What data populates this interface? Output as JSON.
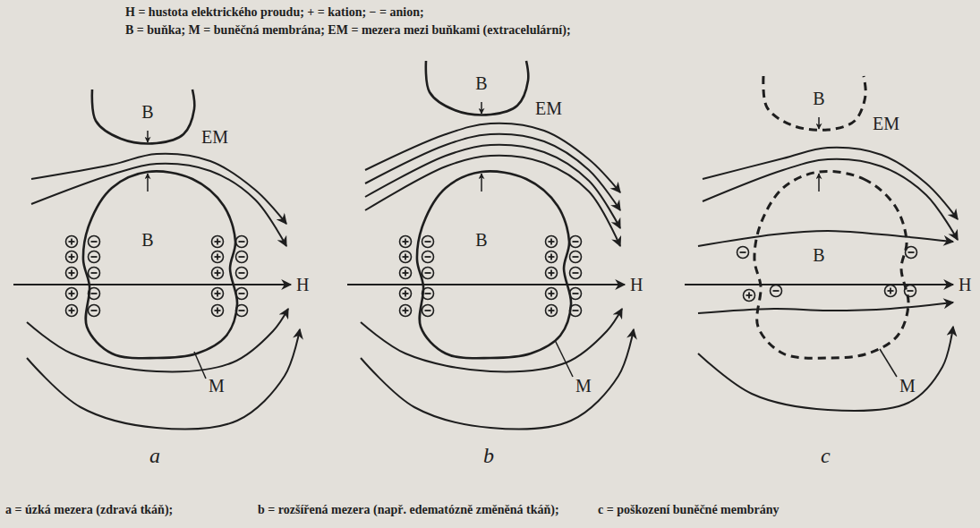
{
  "diagram": {
    "nodes": [
      {
        "text": [
          "B"
        ]
      },
      {
        "text": [
          "B"
        ]
      },
      {
        "text": [
          "B"
        ]
      },
      {
        "text": [
          "B"
        ]
      },
      {
        "text": [
          "B"
        ]
      },
      {
        "text": [
          "B"
        ]
      }
    ],
    "labels": [
      "H = hustota elektrického proudu; + = kation; − = anion;",
      "B = buňka; M = buněčná membrána; EM = mezera mezi buňkami (extracelulární);",
      "EM",
      "H",
      "M",
      "a",
      "EM",
      "H",
      "M",
      "b",
      "EM",
      "H",
      "M",
      "c",
      "a = úzká mezera (zdravá tkáň);",
      "b = rozšířená mezera (např. edematózně změněná tkáň);",
      "c = poškození buněčné membrány"
    ]
  }
}
